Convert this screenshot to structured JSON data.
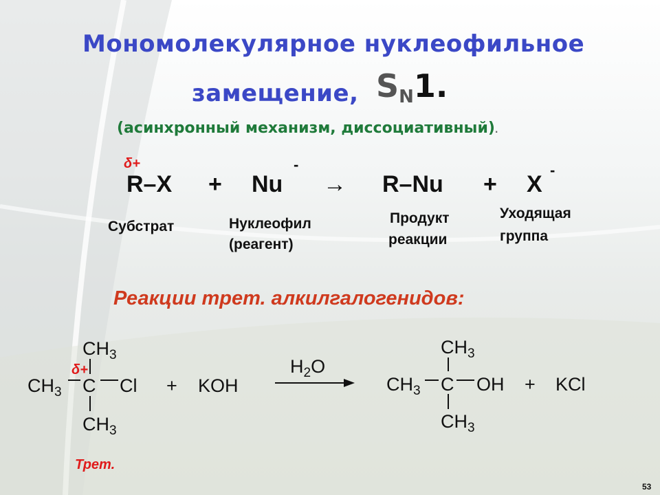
{
  "slide": {
    "title_line1": "Мономолекулярное  нуклеофильное",
    "title_line2": "замещение,",
    "sn_letter": "S",
    "sn_sub": "N",
    "sn_num": "1.",
    "subtitle": "(асинхронный механизм, диссоциативный)",
    "subtitle_dot": ".",
    "page_number": "53"
  },
  "general_equation": {
    "delta_plus": "δ+",
    "substrate": "R–X",
    "plus1": "+",
    "nucleophile": "Nu",
    "nu_charge": "-",
    "arrow": "→",
    "product": "R–Nu",
    "plus2": "+",
    "leaving": "X",
    "x_charge": "-",
    "labels": {
      "substrate": "Субстрат",
      "nucleophile_1": "Нуклеофил",
      "nucleophile_2": "(реагент)",
      "product_1": "Продукт",
      "product_2": "реакции",
      "leaving_1": "Уходящая",
      "leaving_2": "группа"
    }
  },
  "section_title": "Реакции трет. алкилгалогенидов:",
  "example": {
    "r_top_ch": "CH",
    "r_top_sub": "3",
    "delta_plus": "δ+",
    "r_left_ch": "CH",
    "r_left_sub": "3",
    "r_center": "C",
    "r_cl": "Cl",
    "r_bottom_ch": "CH",
    "r_bottom_sub": "3",
    "plus1": "+",
    "reagent": "KOH",
    "cond_h": "H",
    "cond_sub": "2",
    "cond_o": "O",
    "p_top_ch": "CH",
    "p_top_sub": "3",
    "p_left_ch": "CH",
    "p_left_sub": "3",
    "p_center": "C",
    "p_oh": "OH",
    "plus2": "+",
    "byproduct": "KCl",
    "p_bottom_ch": "CH",
    "p_bottom_sub": "3",
    "tret_label": "Трет."
  }
}
